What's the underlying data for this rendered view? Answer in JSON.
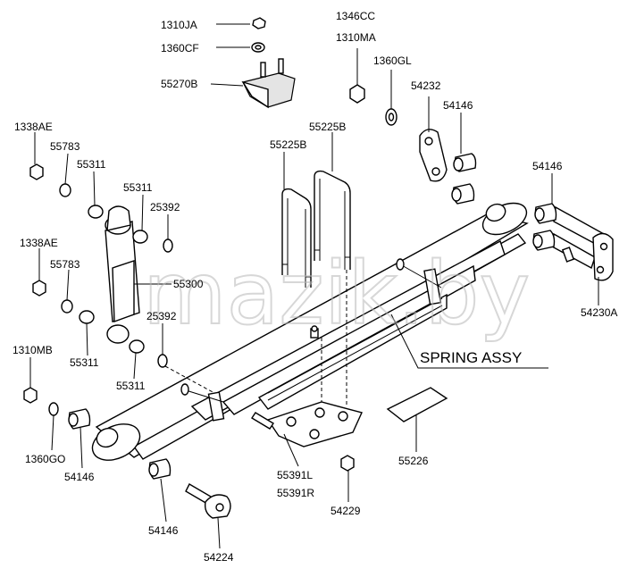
{
  "labels": {
    "p1310JA": "1310JA",
    "p1360CF": "1360CF",
    "p55270B": "55270B",
    "p1346CC": "1346CC",
    "p1310MA": "1310MA",
    "p1360GL": "1360GL",
    "p54232": "54232",
    "p54146_top": "54146",
    "p55225B_a": "55225B",
    "p55225B_b": "55225B",
    "p54146_right": "54146",
    "p1338AE_a": "1338AE",
    "p55783_a": "55783",
    "p55311_a": "55311",
    "p55311_b": "55311",
    "p25392_a": "25392",
    "p1338AE_b": "1338AE",
    "p55783_b": "55783",
    "p55300": "55300",
    "p25392_b": "25392",
    "p55311_c": "55311",
    "p55311_d": "55311",
    "p54230A": "54230A",
    "p1310MB": "1310MB",
    "p1360GO": "1360GO",
    "p54146_left": "54146",
    "p55391L": "55391L",
    "p55391R": "55391R",
    "p54229": "54229",
    "p55226": "55226",
    "p54146_bottom": "54146",
    "p54224": "54224",
    "spring_assy": "SPRING ASSY"
  },
  "watermark": "mazik.by"
}
